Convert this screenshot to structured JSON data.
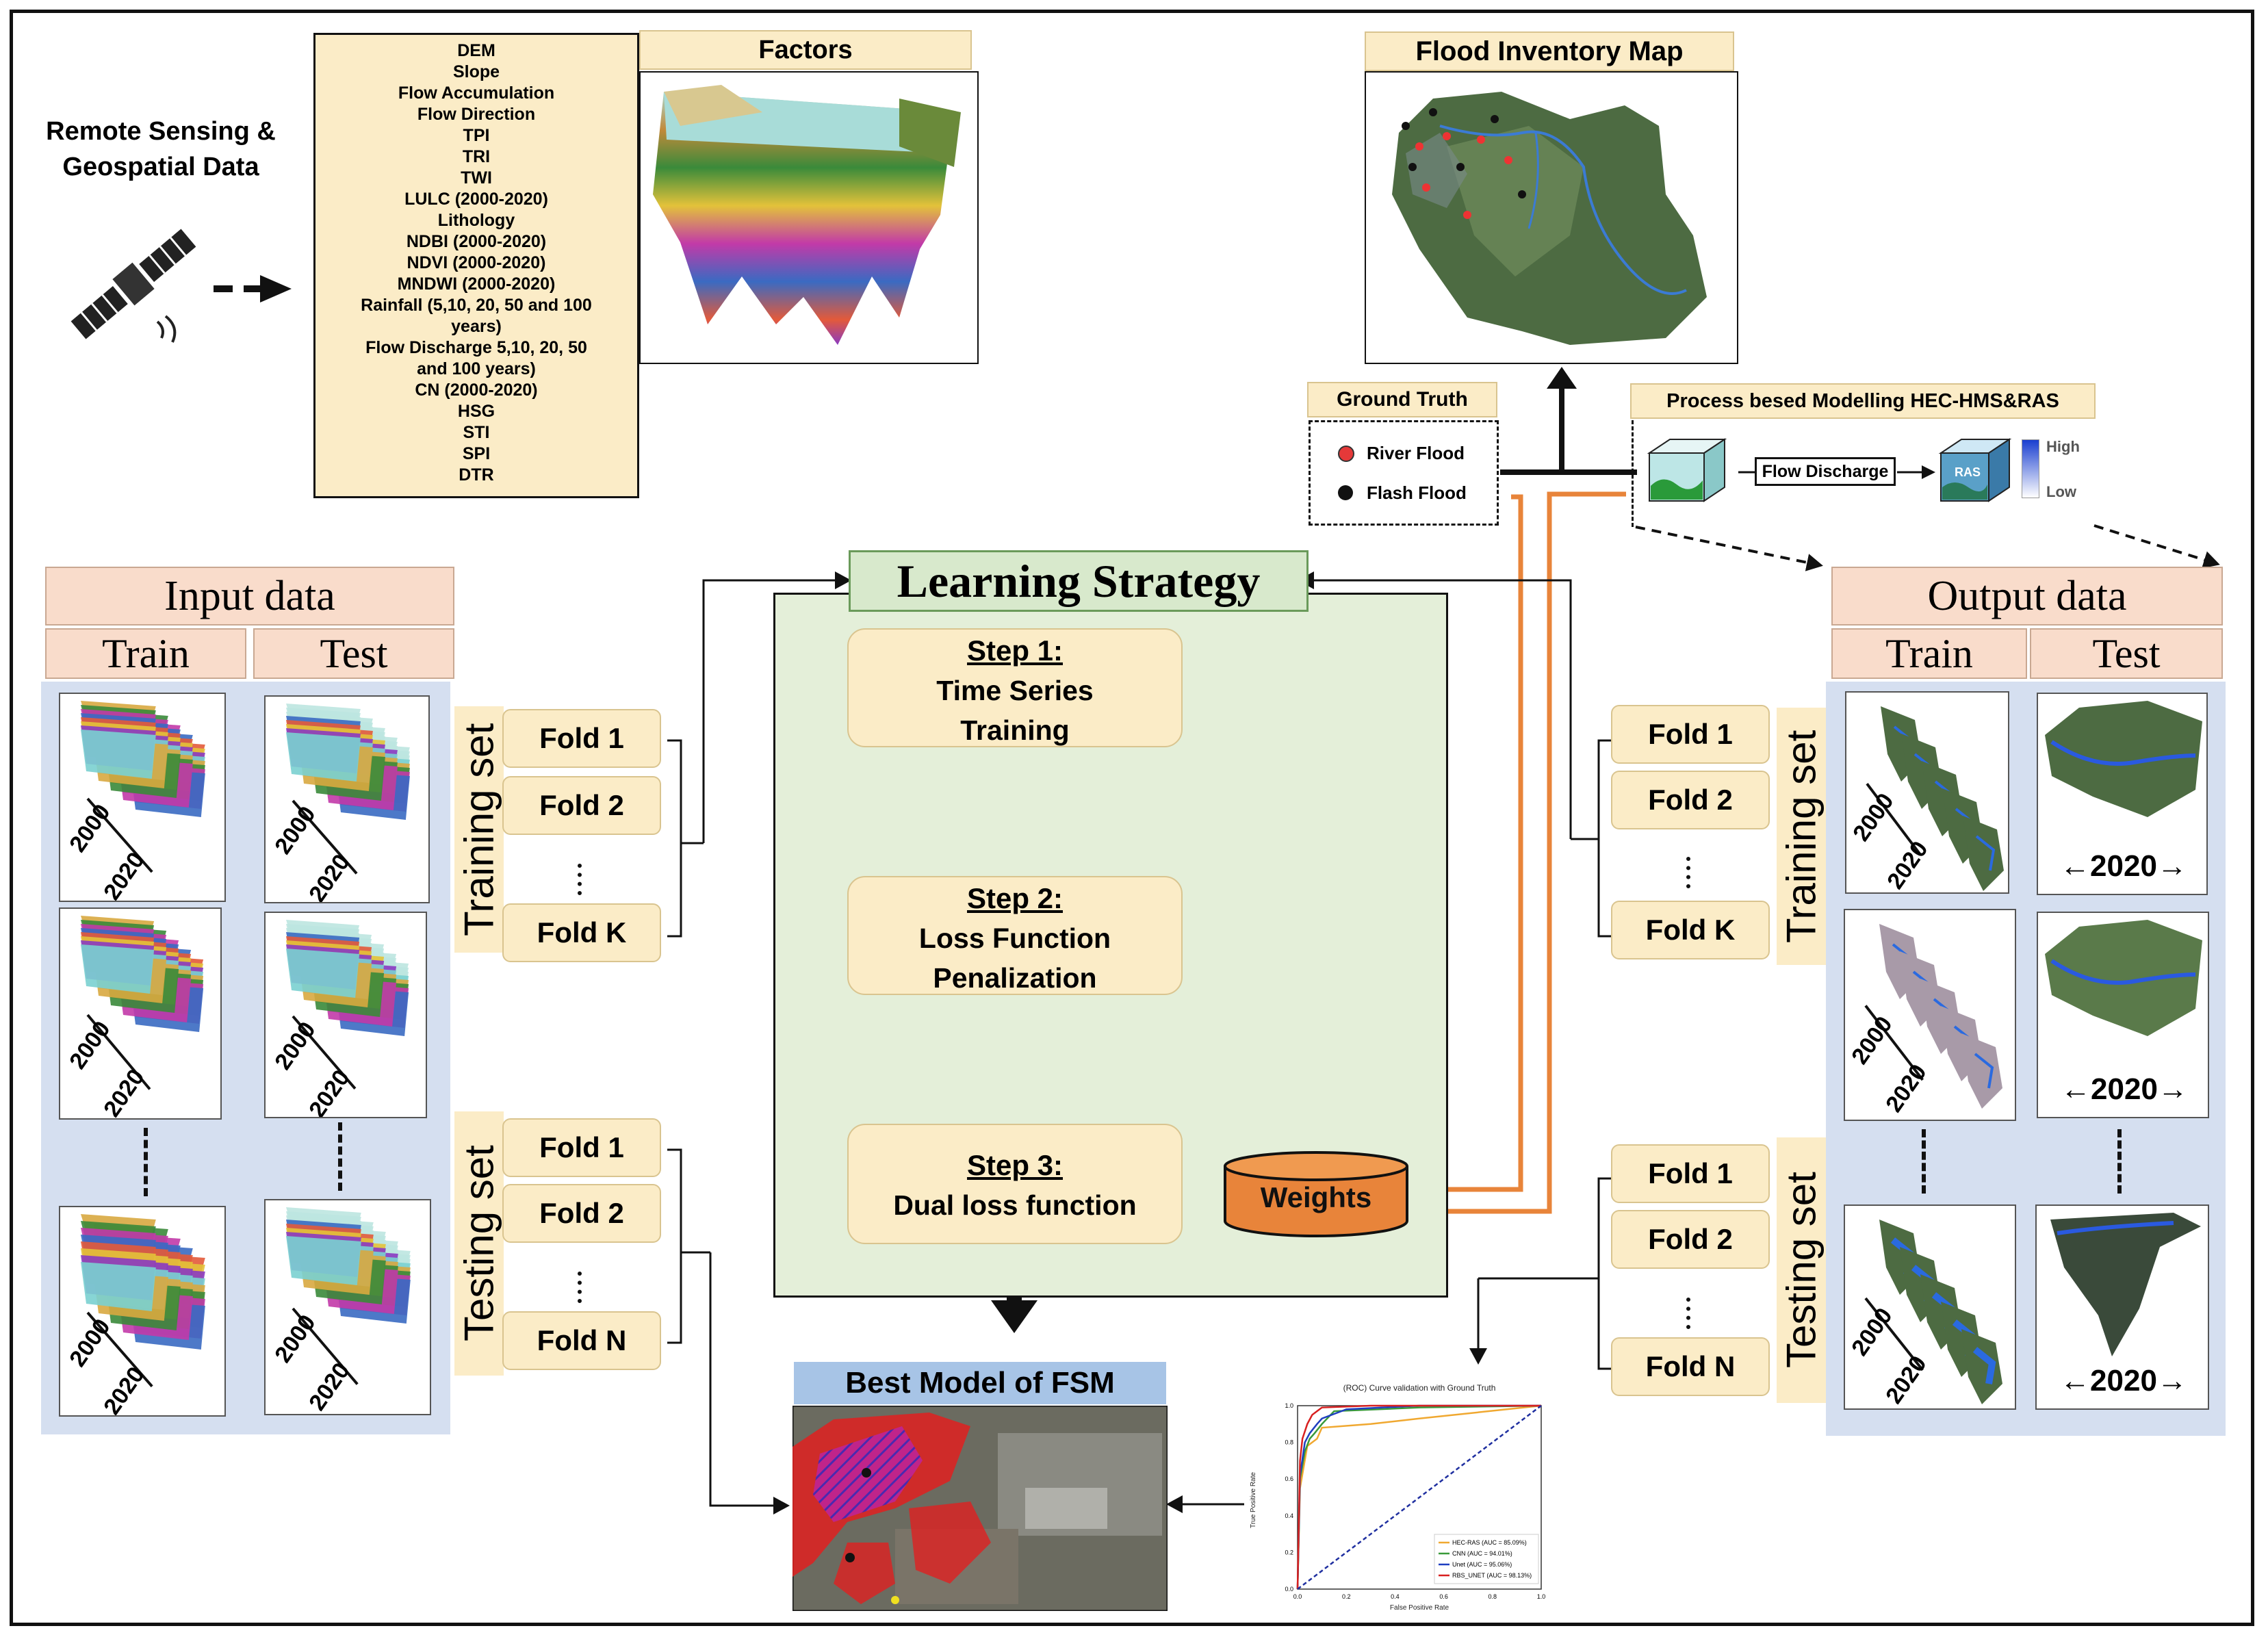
{
  "remote_sensing_label": [
    "Remote Sensing &",
    "Geospatial Data"
  ],
  "factors": {
    "title": "Factors",
    "items": [
      "DEM",
      "Slope",
      "Flow Accumulation",
      "Flow Direction",
      "TPI",
      "TRI",
      "TWI",
      "LULC (2000-2020)",
      "Lithology",
      "NDBI (2000-2020)",
      "NDVI (2000-2020)",
      "MNDWI (2000-2020)",
      "Rainfall (5,10, 20, 50 and 100",
      "years)",
      "Flow Discharge 5,10, 20, 50",
      "and 100 years)",
      "CN (2000-2020)",
      "HSG",
      "STI",
      "SPI",
      "DTR"
    ]
  },
  "flood_inventory": {
    "title": "Flood Inventory Map"
  },
  "ground_truth": {
    "title": "Ground Truth",
    "river_flood": "River Flood",
    "flash_flood": "Flash Flood"
  },
  "process_modelling": {
    "title": "Process besed Modelling HEC-HMS&RAS",
    "flow_discharge": "Flow Discharge",
    "ras_label": "RAS",
    "legend_high": "High",
    "legend_low": "Low"
  },
  "learning_strategy": {
    "title": "Learning Strategy",
    "steps": [
      {
        "title": "Step 1:",
        "line1": "Time Series",
        "line2": "Training"
      },
      {
        "title": "Step 2:",
        "line1": "Loss Function",
        "line2": "Penalization"
      },
      {
        "title": "Step 3:",
        "line1": "Dual loss function",
        "line2": ""
      }
    ],
    "weights": "Weights"
  },
  "input_data": {
    "title": "Input data",
    "train": "Train",
    "test": "Test",
    "year_start": "2000",
    "year_end": "2020"
  },
  "output_data": {
    "title": "Output data",
    "train": "Train",
    "test": "Test",
    "year": "2020",
    "year_start": "2000",
    "year_end": "2020"
  },
  "left_training": {
    "label": "Training set",
    "folds": [
      "Fold 1",
      "Fold 2",
      "Fold K"
    ]
  },
  "left_testing": {
    "label": "Testing set",
    "folds": [
      "Fold 1",
      "Fold 2",
      "Fold N"
    ]
  },
  "right_training": {
    "label": "Training set",
    "folds": [
      "Fold 1",
      "Fold 2",
      "Fold K"
    ]
  },
  "right_testing": {
    "label": "Testing set",
    "folds": [
      "Fold 1",
      "Fold 2",
      "Fold N"
    ]
  },
  "best_model": {
    "title": "Best Model of FSM"
  },
  "chart_data": {
    "type": "line",
    "title": "(ROC) Curve validation with Ground Truth",
    "xlabel": "False Positive Rate",
    "ylabel": "True Positive Rate",
    "xlim": [
      0,
      1
    ],
    "ylim": [
      0,
      1
    ],
    "x_ticks": [
      "0.0",
      "0.2",
      "0.4",
      "0.6",
      "0.8",
      "1.0"
    ],
    "y_ticks": [
      "0.0",
      "0.2",
      "0.4",
      "0.6",
      "0.8",
      "1.0"
    ],
    "legend_position": "bottom-right",
    "series": [
      {
        "name": "HEC-RAS (AUC = 85.09%)",
        "color": "#f0a830",
        "x": [
          0,
          0.01,
          0.04,
          0.08,
          0.1,
          0.3,
          0.5,
          1.0
        ],
        "y": [
          0,
          0.55,
          0.78,
          0.82,
          0.88,
          0.9,
          0.93,
          1.0
        ]
      },
      {
        "name": "CNN (AUC = 94.01%)",
        "color": "#3a9a3a",
        "x": [
          0,
          0.01,
          0.03,
          0.05,
          0.07,
          0.1,
          0.15,
          0.5,
          1.0
        ],
        "y": [
          0,
          0.6,
          0.75,
          0.82,
          0.85,
          0.9,
          0.97,
          0.99,
          1.0
        ]
      },
      {
        "name": "Unet (AUC = 95.06%)",
        "color": "#1f3fc0",
        "x": [
          0,
          0.01,
          0.03,
          0.05,
          0.08,
          0.1,
          0.2,
          0.5,
          1.0
        ],
        "y": [
          0,
          0.62,
          0.8,
          0.85,
          0.9,
          0.93,
          0.98,
          1.0,
          1.0
        ]
      },
      {
        "name": "RBS_UNET (AUC = 98.13%)",
        "color": "#d82020",
        "x": [
          0,
          0.01,
          0.02,
          0.04,
          0.06,
          0.08,
          0.1,
          0.3,
          1.0
        ],
        "y": [
          0,
          0.7,
          0.82,
          0.9,
          0.95,
          0.97,
          0.99,
          1.0,
          1.0
        ]
      },
      {
        "name": "",
        "color": "#1f2fa0",
        "dashed": true,
        "x": [
          0,
          1
        ],
        "y": [
          0,
          1
        ]
      }
    ]
  }
}
